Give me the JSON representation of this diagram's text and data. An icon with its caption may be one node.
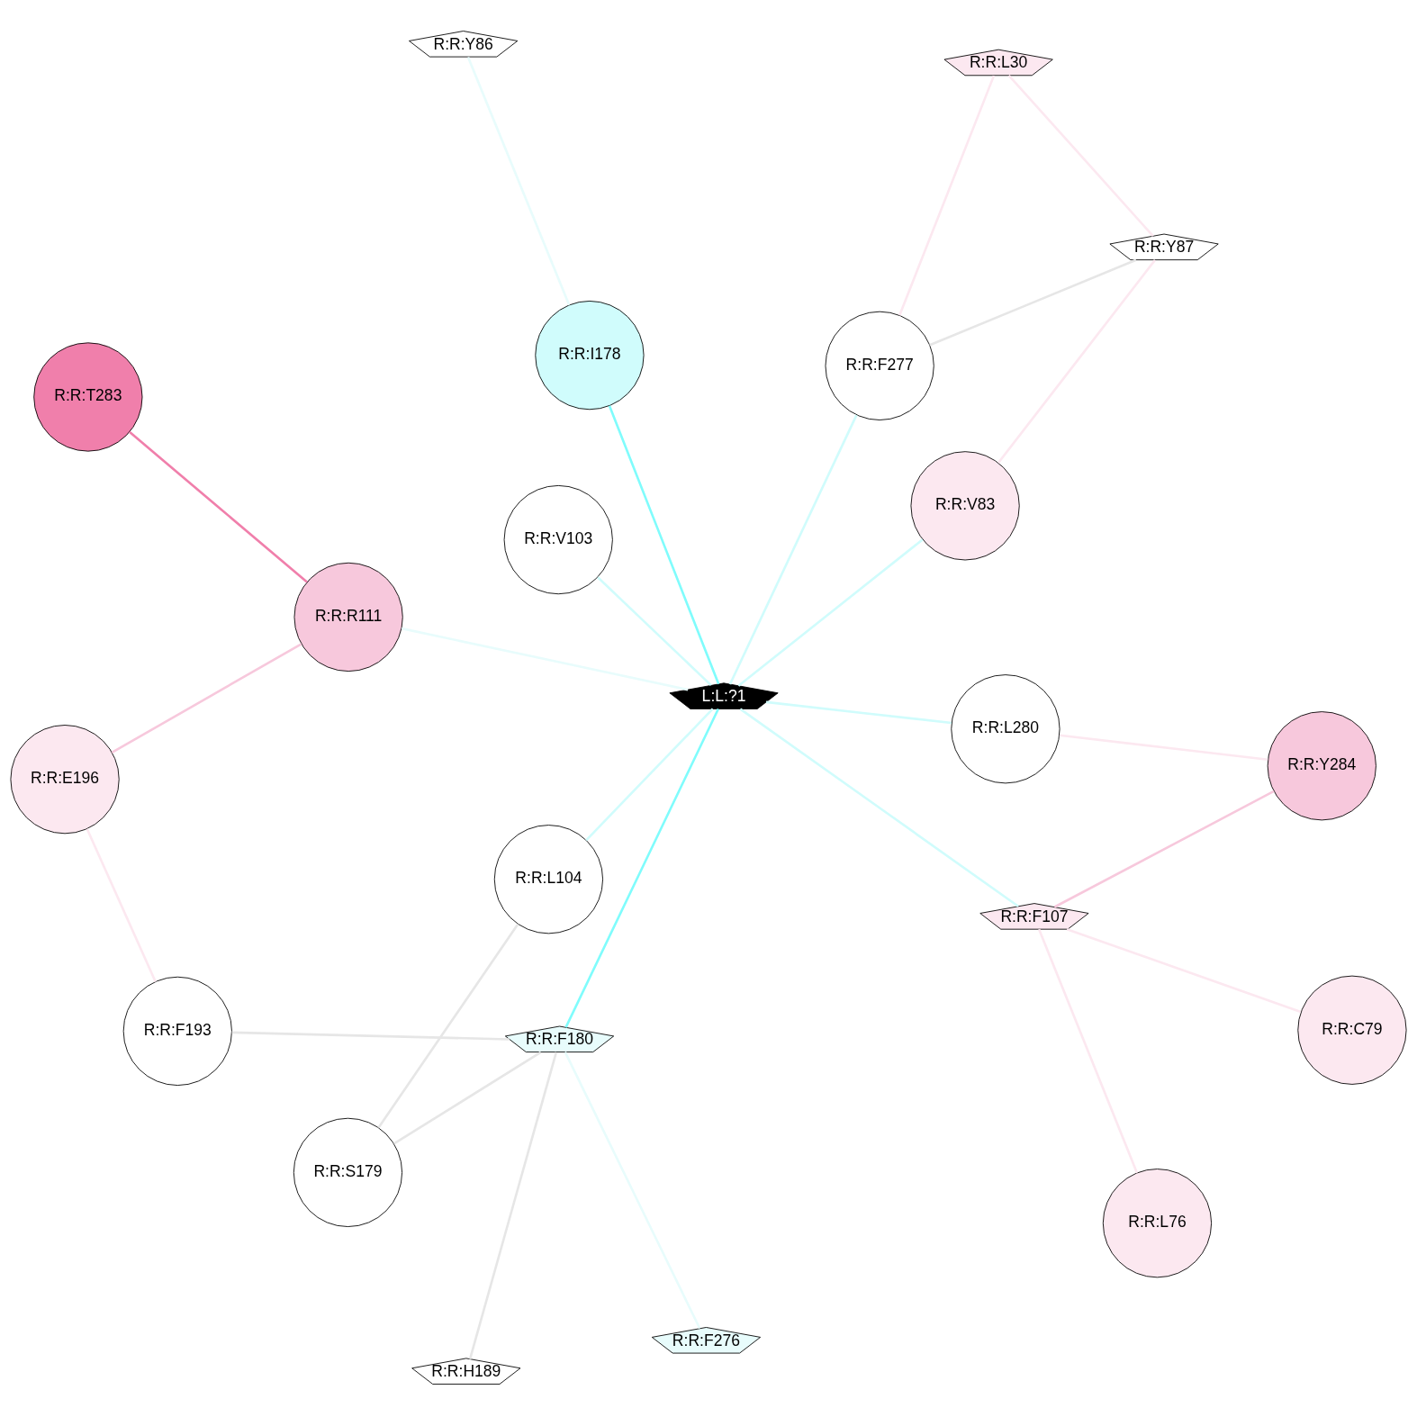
{
  "diagram": {
    "nodes": [
      {
        "text": [
          "R:R:L30"
        ]
      },
      {
        "text": [
          "R:R:C79"
        ]
      },
      {
        "text": [
          "R:R:L76"
        ]
      },
      {
        "text": [
          "R:R:V83"
        ]
      },
      {
        "text": [
          "R:R:F276"
        ]
      },
      {
        "text": [
          "R:R:V103"
        ]
      },
      {
        "text": [
          "R:R:L104"
        ]
      },
      {
        "text": [
          "R:R:Y87"
        ]
      },
      {
        "text": [
          "R:R:L280"
        ]
      },
      {
        "text": [
          "R:R:F107"
        ]
      },
      {
        "text": [
          "R:R:F193"
        ]
      },
      {
        "text": [
          "L:L:?1"
        ]
      },
      {
        "text": [
          "R:R:Y86"
        ]
      },
      {
        "text": [
          "R:R:F277"
        ]
      },
      {
        "text": [
          "R:R:R111"
        ]
      },
      {
        "text": [
          "R:R:H189"
        ]
      },
      {
        "text": [
          "R:R:F180"
        ]
      },
      {
        "text": [
          "R:R:I178"
        ]
      },
      {
        "text": [
          "R:R:S179"
        ]
      },
      {
        "text": [
          "R:R:T283"
        ]
      },
      {
        "text": [
          "R:R:Y284"
        ]
      },
      {
        "text": [
          "R:R:E196"
        ]
      }
    ],
    "edges": [
      {
        "from": 0,
        "to": 7,
        "arrow": "none",
        "color": "#fce8f0"
      },
      {
        "from": 0,
        "to": 13,
        "arrow": "none",
        "color": "#fce8f0"
      },
      {
        "from": 1,
        "to": 9,
        "arrow": "none",
        "color": "#fce8f0"
      },
      {
        "from": 2,
        "to": 9,
        "arrow": "none",
        "color": "#fce8f0"
      },
      {
        "from": 3,
        "to": 7,
        "arrow": "none",
        "color": "#fce8f0"
      },
      {
        "from": 3,
        "to": 11,
        "arrow": "none",
        "color": "#d0fcfc"
      },
      {
        "from": 5,
        "to": 11,
        "arrow": "none",
        "color": "#d0fcfc"
      },
      {
        "from": 6,
        "to": 11,
        "arrow": "none",
        "color": "#d0fcfc"
      },
      {
        "from": 6,
        "to": 18,
        "arrow": "none",
        "color": "#e6e6e6"
      },
      {
        "from": 7,
        "to": 13,
        "arrow": "none",
        "color": "#e6e6e6"
      },
      {
        "from": 8,
        "to": 11,
        "arrow": "none",
        "color": "#d0fcfc"
      },
      {
        "from": 8,
        "to": 20,
        "arrow": "none",
        "color": "#fce8f0"
      },
      {
        "from": 9,
        "to": 11,
        "arrow": "none",
        "color": "#d0fcfc"
      },
      {
        "from": 9,
        "to": 20,
        "arrow": "none",
        "color": "#f7c8dc"
      },
      {
        "from": 4,
        "to": 16,
        "arrow": "none",
        "color": "#e8fcfc"
      },
      {
        "from": 10,
        "to": 16,
        "arrow": "none",
        "color": "#e6e6e6"
      },
      {
        "from": 10,
        "to": 21,
        "arrow": "none",
        "color": "#fce8f0"
      },
      {
        "from": 11,
        "to": 13,
        "arrow": "none",
        "color": "#d0fcfc"
      },
      {
        "from": 11,
        "to": 16,
        "arrow": "none",
        "color": "#80fcfc"
      },
      {
        "from": 11,
        "to": 17,
        "arrow": "none",
        "color": "#80fcfc"
      },
      {
        "from": 11,
        "to": 14,
        "arrow": "none",
        "color": "#e8fcfc"
      },
      {
        "from": 12,
        "to": 17,
        "arrow": "none",
        "color": "#e8fcfc"
      },
      {
        "from": 14,
        "to": 19,
        "arrow": "none",
        "color": "#f07fab"
      },
      {
        "from": 14,
        "to": 21,
        "arrow": "none",
        "color": "#f7c8dc"
      },
      {
        "from": 15,
        "to": 16,
        "arrow": "none",
        "color": "#e6e6e6"
      },
      {
        "from": 16,
        "to": 18,
        "arrow": "none",
        "color": "#e6e6e6"
      }
    ]
  }
}
